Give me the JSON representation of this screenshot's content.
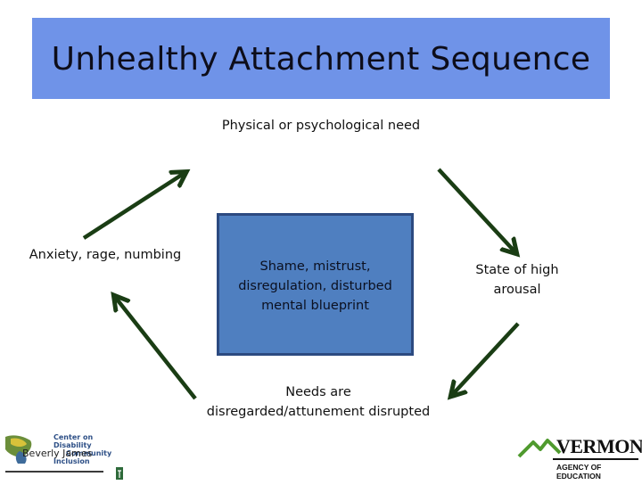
{
  "title": "Unhealthy Attachment Sequence",
  "nodes": {
    "top": "Physical or psychological need",
    "right_line1": "State of high",
    "right_line2": "arousal",
    "bottom_line1": "Needs are",
    "bottom_line2": "disregarded/attunement disrupted",
    "left": "Anxiety, rage, numbing"
  },
  "center": {
    "line1": "Shame, mistrust,",
    "line2": "disregulation, disturbed",
    "line3": "mental blueprint"
  },
  "footer": {
    "author": "Beverly James",
    "left_logo_line1": "Center on",
    "left_logo_line2": "Disability",
    "left_logo_line3": "Community",
    "left_logo_line4": "Inclusion",
    "right_logo_name": "VERMONT",
    "right_logo_sub": "AGENCY OF EDUCATION"
  },
  "colors": {
    "title_bar": "#6f93e8",
    "center_box": "#4f7fc0",
    "arrow": "#1a3d14"
  }
}
